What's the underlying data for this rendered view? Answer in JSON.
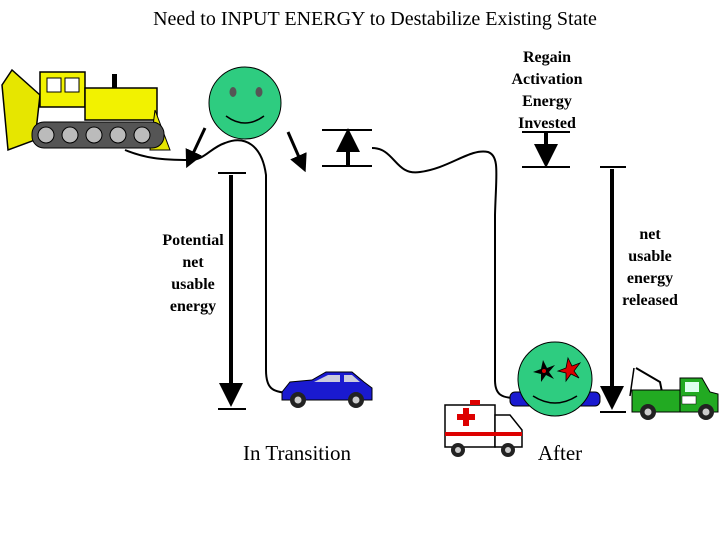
{
  "title": "Need to INPUT ENERGY to Destabilize Existing State",
  "labels": {
    "regain": [
      "Regain",
      "Activation",
      "Energy",
      "Invested"
    ],
    "potential": [
      "Potential",
      "net",
      "usable",
      "energy"
    ],
    "released": [
      "net",
      "usable",
      "energy",
      "released"
    ],
    "in_transition": "In Transition",
    "after": "After"
  },
  "colors": {
    "smiley": "#2ecc80",
    "bulldozer": "#f2f200",
    "car": "#1a1ad0",
    "tow_truck": "#22aa22"
  },
  "icons": [
    "bulldozer-icon",
    "happy-face-icon",
    "car-icon",
    "ambulance-icon",
    "dizzy-face-icon",
    "tow-truck-icon"
  ]
}
